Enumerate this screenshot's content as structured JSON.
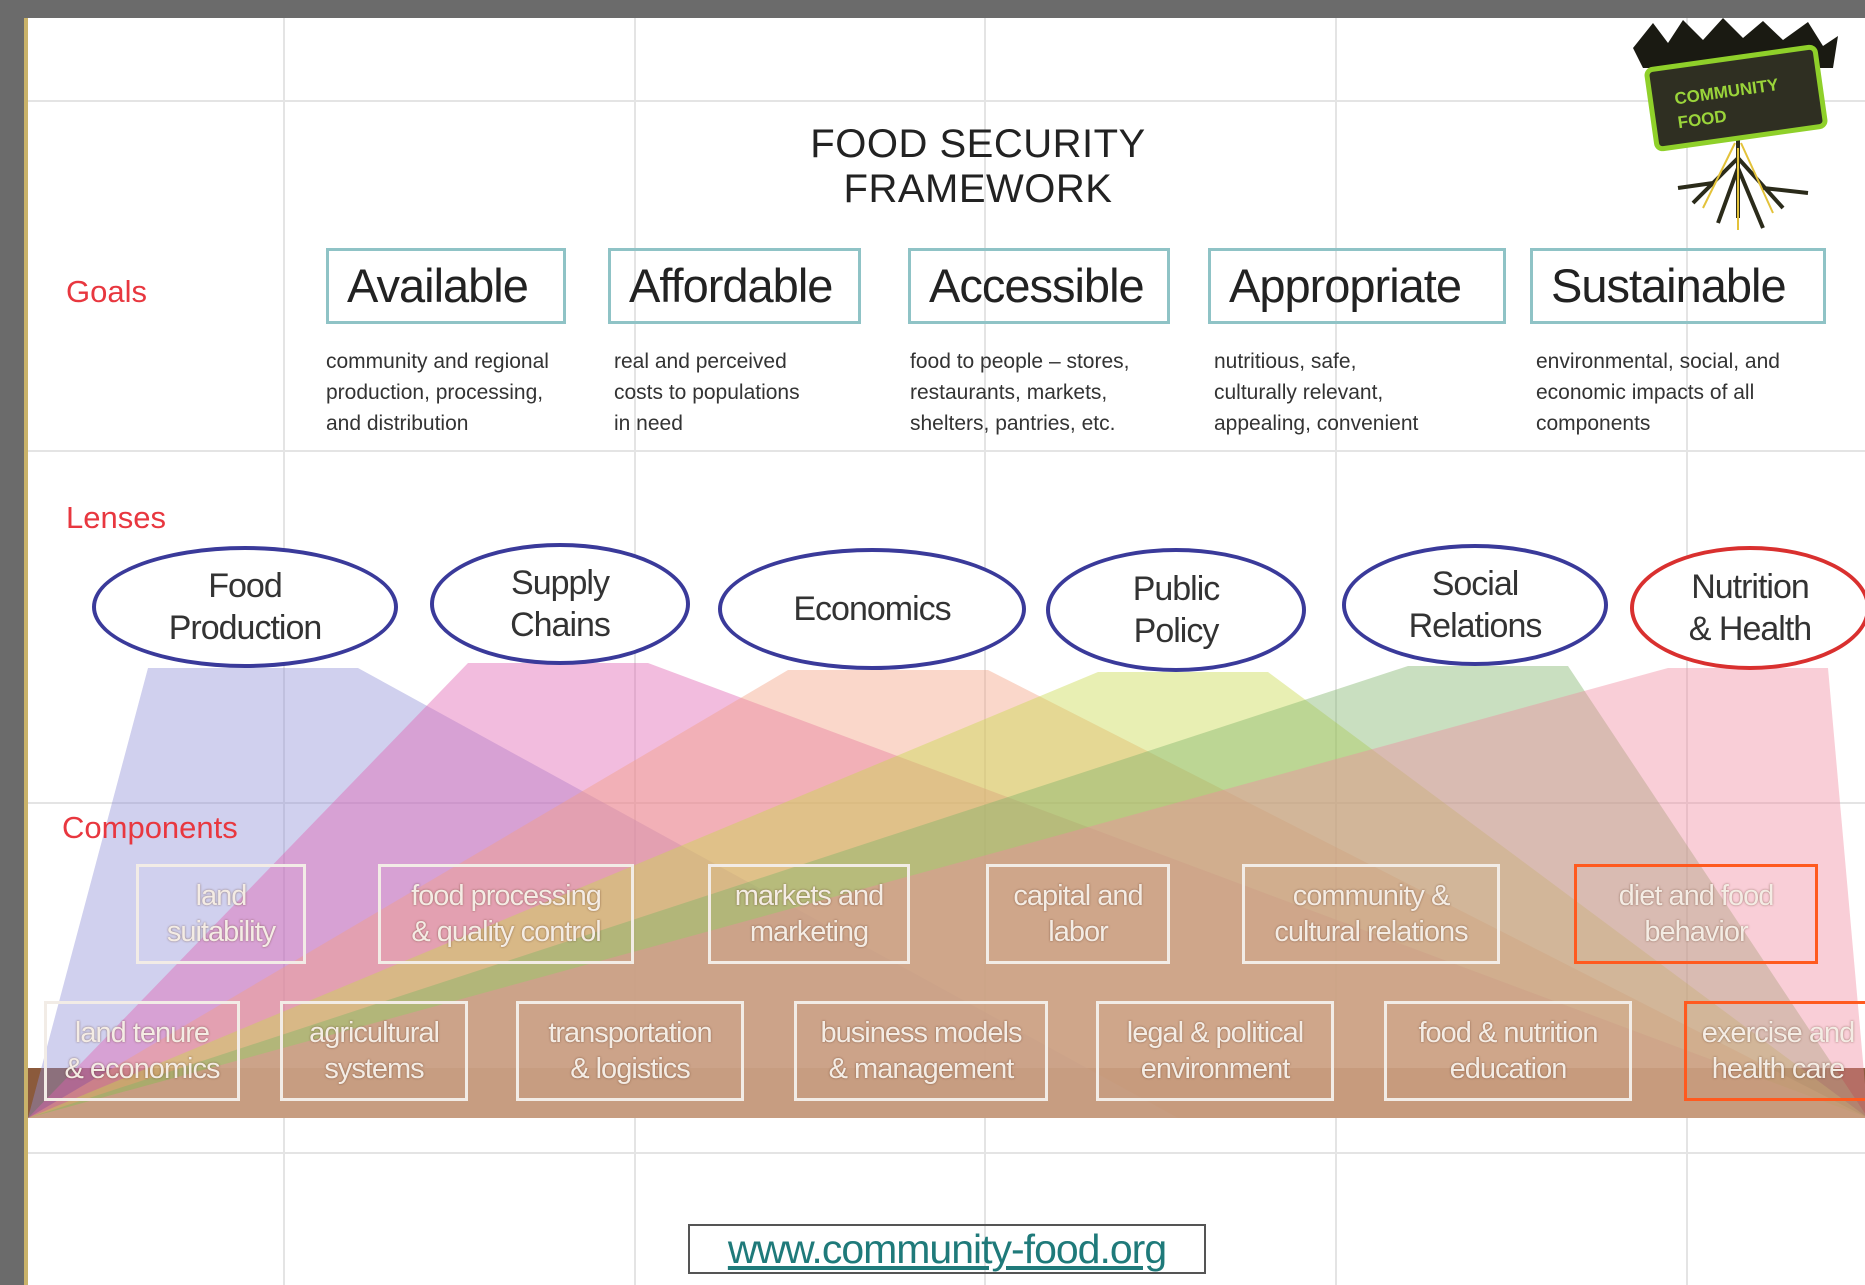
{
  "title": "FOOD SECURITY FRAMEWORK",
  "labels": {
    "goals": "Goals",
    "lenses": "Lenses",
    "components": "Components"
  },
  "goals": [
    {
      "name": "Available",
      "desc": [
        "community and regional",
        "production, processing,",
        "and distribution"
      ]
    },
    {
      "name": "Affordable",
      "desc": [
        "real and perceived",
        "costs to populations",
        "in need"
      ]
    },
    {
      "name": "Accessible",
      "desc": [
        "food to people – stores,",
        "restaurants, markets,",
        "shelters, pantries, etc."
      ]
    },
    {
      "name": "Appropriate",
      "desc": [
        "nutritious, safe,",
        "culturally relevant,",
        "appealing, convenient"
      ]
    },
    {
      "name": "Sustainable",
      "desc": [
        "environmental, social, and",
        "economic impacts of all",
        "components"
      ]
    }
  ],
  "lenses": [
    {
      "line1": "Food",
      "line2": "Production",
      "color": "#8f8fd6"
    },
    {
      "line1": "Supply",
      "line2": "Chains",
      "color": "#e060b0"
    },
    {
      "line1": "Economics",
      "line2": "",
      "color": "#f2a080"
    },
    {
      "line1": "Public",
      "line2": "Policy",
      "color": "#c8d84a"
    },
    {
      "line1": "Social",
      "line2": "Relations",
      "color": "#7fb36a"
    },
    {
      "line1": "Nutrition",
      "line2": "& Health",
      "color": "#f08aa0"
    }
  ],
  "components_row1": [
    {
      "line1": "land",
      "line2": "suitability"
    },
    {
      "line1": "food processing",
      "line2": "& quality control"
    },
    {
      "line1": "markets and",
      "line2": "marketing"
    },
    {
      "line1": "capital and",
      "line2": "labor"
    },
    {
      "line1": "community &",
      "line2": "cultural relations"
    },
    {
      "line1": "diet and food",
      "line2": "behavior"
    }
  ],
  "components_row2": [
    {
      "line1": "land tenure",
      "line2": "& economics"
    },
    {
      "line1": "agricultural",
      "line2": "systems"
    },
    {
      "line1": "transportation",
      "line2": "& logistics"
    },
    {
      "line1": "business models",
      "line2": "& management"
    },
    {
      "line1": "legal & political",
      "line2": "environment"
    },
    {
      "line1": "food & nutrition",
      "line2": "education"
    },
    {
      "line1": "exercise and",
      "line2": "health care"
    }
  ],
  "logo": {
    "line1": "COMMUNITY",
    "line2": "FOOD"
  },
  "url": "www.community-food.org",
  "colors": {
    "band": "#8b5a3c",
    "lens_border": "#3a3a9a",
    "health_accent": "#ff5a1f",
    "label_red": "#e8373f"
  }
}
